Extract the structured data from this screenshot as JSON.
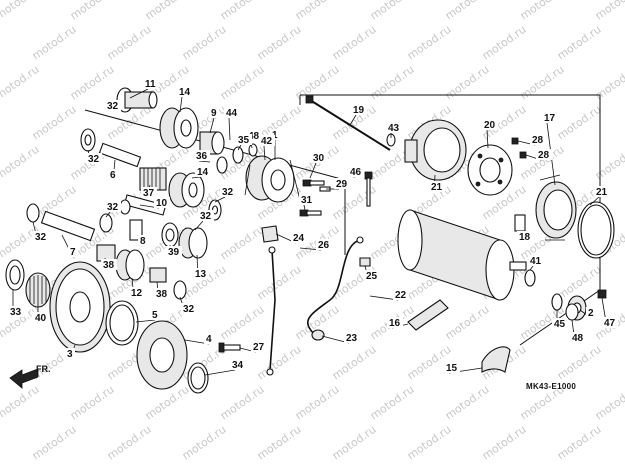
{
  "diagram": {
    "watermark_text": "motod.ru",
    "direction_label": "FR.",
    "drawing_code": "MK43-E1000",
    "callouts": [
      "1",
      "2",
      "3",
      "4",
      "5",
      "6",
      "7",
      "8",
      "9",
      "10",
      "11",
      "12",
      "13",
      "14",
      "15",
      "16",
      "17",
      "18",
      "19",
      "20",
      "21",
      "22",
      "23",
      "24",
      "25",
      "26",
      "27",
      "28",
      "29",
      "30",
      "31",
      "32",
      "33",
      "34",
      "35",
      "36",
      "37",
      "38",
      "39",
      "40",
      "41",
      "42",
      "43",
      "44",
      "45",
      "46",
      "47",
      "48"
    ]
  }
}
